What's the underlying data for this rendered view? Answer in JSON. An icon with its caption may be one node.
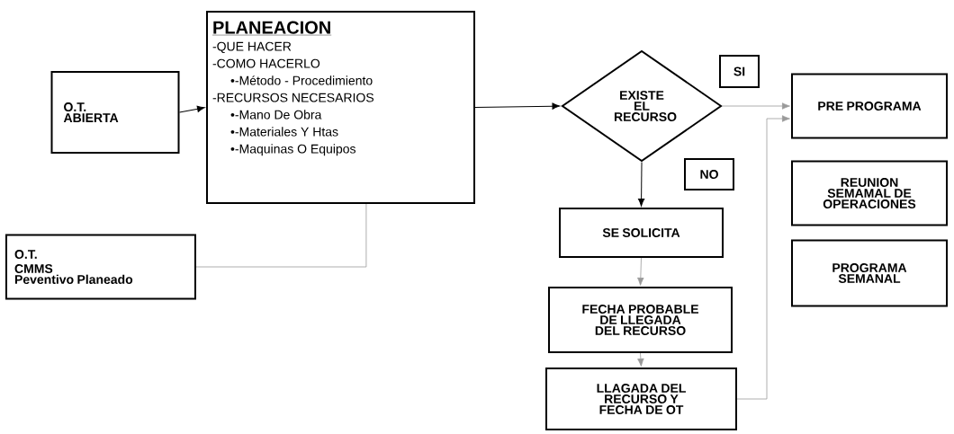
{
  "diagram": {
    "nodes": [
      {
        "text": [
          "O.T.",
          "ABIERTA"
        ]
      },
      {
        "text": [
          "PLANEACION",
          "-QUE HACER",
          "-COMO HACERLO",
          "•-Método - Procedimiento",
          "-RECURSOS NECESARIOS",
          "•-Mano De Obra",
          "•-Materiales Y Htas",
          "•-Maquinas O Equipos"
        ]
      },
      {
        "text": [
          "O.T.",
          "CMMS",
          "Peventivo Planeado"
        ]
      },
      {
        "text": [
          "EXISTE EL RECURSO"
        ]
      },
      {
        "text": [
          "SI"
        ]
      },
      {
        "text": [
          "NO"
        ]
      },
      {
        "text": [
          "SE SOLICITA"
        ]
      },
      {
        "text": [
          "FECHA PROBABLE DE LLEGADA DEL RECURSO"
        ]
      },
      {
        "text": [
          "LLAGADA DEL RECURSO Y FECHA DE OT"
        ]
      },
      {
        "text": [
          "PRE PROGRAMA"
        ]
      },
      {
        "text": [
          "REUNION SEMAMAL DE OPERACIONES"
        ]
      },
      {
        "text": [
          "PROGRAMA SEMANAL"
        ]
      }
    ],
    "edges": [
      {
        "from": 0,
        "to": 1,
        "arrow": "to",
        "color": "#000000"
      },
      {
        "from": 2,
        "to": 1,
        "arrow": "none"
      },
      {
        "from": 1,
        "to": 3,
        "arrow": "to",
        "color": "#000000"
      },
      {
        "from": 3,
        "to": 6,
        "arrow": "to",
        "color": "#000000"
      },
      {
        "from": 3,
        "to": 9,
        "arrow": "to"
      },
      {
        "from": 6,
        "to": 7,
        "arrow": "to"
      },
      {
        "from": 7,
        "to": 8,
        "arrow": "to"
      },
      {
        "from": 8,
        "to": 9,
        "arrow": "to"
      }
    ]
  }
}
